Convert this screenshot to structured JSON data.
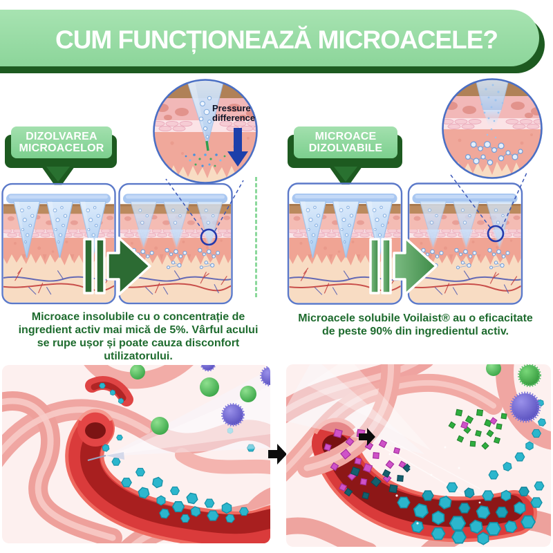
{
  "header": {
    "title": "CUM FUNCȚIONEAZĂ MICROACELE?"
  },
  "left": {
    "label_lines": [
      "DIZOLVAREA",
      "MICROACELOR"
    ],
    "inset_annotation_lines": [
      "Pressure",
      "difference"
    ],
    "caption_lines": [
      "Microace insolubile cu o concentrație de",
      "ingredient activ mai mică de 5%. Vârful acului",
      "se rupe ușor și poate cauza disconfort",
      "utilizatorului."
    ]
  },
  "right": {
    "label_lines": [
      "MICROACE",
      "DIZOLVABILE"
    ],
    "caption_lines": [
      "Microacele solubile Voilaist® au o eficacitate",
      "de peste 90% din ingredientul activ."
    ]
  },
  "icons": {
    "forward_arrow_left": "fast-forward-arrow",
    "forward_arrow_right": "fast-forward-arrow",
    "pressure_arrow": "down-arrow",
    "transition_arrow": "right-arrow",
    "release_arrow": "right-arrow"
  },
  "colors": {
    "banner_green_light": "#9adca6",
    "banner_green_dark": "#1d5a20",
    "text_green": "#1e6b2e",
    "panel_border_blue": "#5b79c9",
    "patch_blue": "#a9c7f1",
    "needle_blue": "#c7dcf7",
    "skin_brown": "#bb8a5e",
    "skin_pink": "#f4bcb4",
    "dermis_salmon": "#f0a494",
    "hypodermis_cream": "#f8dcc3",
    "magnifier_blue": "#2b47b5",
    "pressure_arrow_blue": "#1d3faa",
    "particle_cyan": "#2cb6cd",
    "particle_magenta": "#cf52c8",
    "particle_green": "#2fae3f",
    "vessel_red": "#d93a3a"
  }
}
